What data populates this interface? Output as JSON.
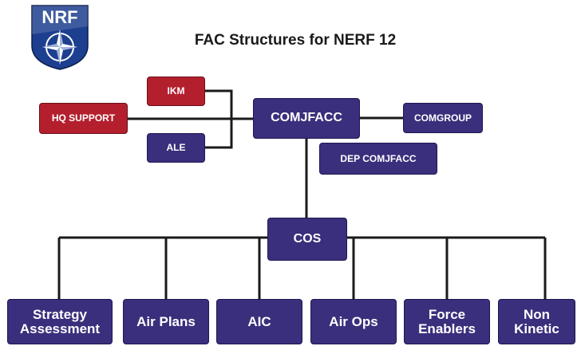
{
  "header": {
    "logo_text": "NRF",
    "title": "FAC Structures for NERF 12"
  },
  "colors": {
    "navy": "#3a2f7c",
    "red": "#b41f2e",
    "line": "#1a1a1a",
    "logo_blue": "#1d3f8f"
  },
  "nodes": {
    "ikm": "IKM",
    "hq_support": "HQ SUPPORT",
    "ale": "ALE",
    "comjfacc": "COMJFACC",
    "comgroup": "COMGROUP",
    "dep_comjfacc": "DEP COMJFACC",
    "cos": "COS"
  },
  "branches": [
    {
      "line1": "Strategy",
      "line2": "Assessment"
    },
    {
      "line1": "Air Plans",
      "line2": ""
    },
    {
      "line1": "AIC",
      "line2": ""
    },
    {
      "line1": "Air Ops",
      "line2": ""
    },
    {
      "line1": "Force",
      "line2": "Enablers"
    },
    {
      "line1": "Non",
      "line2": "Kinetic"
    }
  ]
}
